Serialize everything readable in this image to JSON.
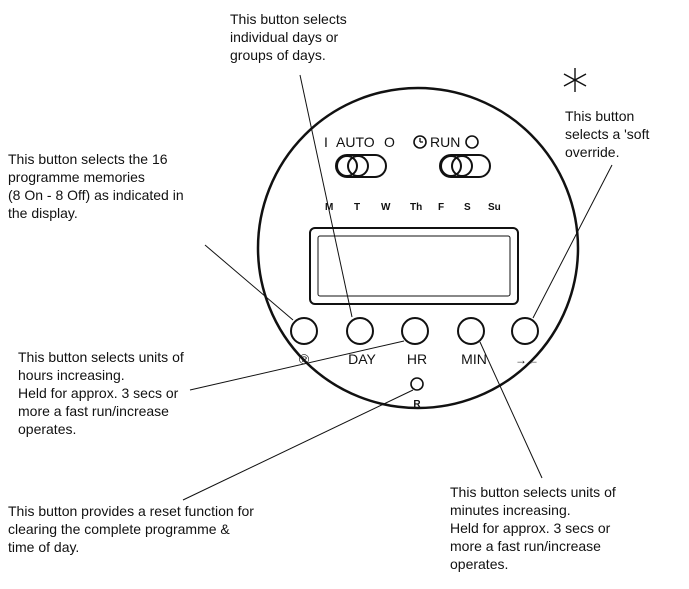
{
  "annotations": {
    "day": "This button selects\nindividual days or\ngroups of days.",
    "programme": "This button selects the 16\nprogramme memories\n(8 On - 8 Off) as indicated in\nthe display.",
    "soft_override": "This button\nselects a 'soft\noverride.",
    "hours": "This button selects units of\nhours increasing.\nHeld for approx. 3 secs or\nmore a fast run/increase\noperates.",
    "reset": "This button provides a reset function for\nclearing the complete programme &\ntime of day.",
    "minutes": "This button selects units of\nminutes increasing.\nHeld for approx. 3 secs or\nmore a fast run/increase\noperates."
  },
  "switches": {
    "auto_on": "I",
    "auto_label": "AUTO",
    "auto_off": "O",
    "run_label": "RUN"
  },
  "days": [
    "M",
    "T",
    "W",
    "Th",
    "F",
    "S",
    "Su"
  ],
  "buttons": {
    "prog": "℗",
    "day": "DAY",
    "hr": "HR",
    "min": "MIN",
    "override": "→←"
  },
  "reset_label": "R"
}
